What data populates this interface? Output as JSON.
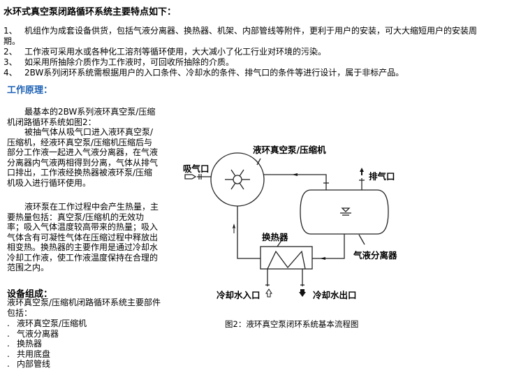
{
  "title": "水环式真空泵闭路循环系统主要特点如下：",
  "features": [
    {
      "num": "1、",
      "text": "机组作为成套设备供货，包括气液分离器、换热器、机架、内部管线等附件，更利于用户的安装，可大大缩短用户的安装周",
      "cont": "期。"
    },
    {
      "num": "2、",
      "text": "工作液可采用水或各种化工溶剂等循环使用，大大减小了化工行业对环境的污染。"
    },
    {
      "num": "3、",
      "text": "如采用所抽除介质作为工作液时，可回收所抽除的介质。"
    },
    {
      "num": "4、",
      "text": "2BW系列闭环系统需根据用户的入口条件、冷却水的条件、排气口的条件等进行设计，属于非标产品。"
    }
  ],
  "principle": {
    "heading": "工作原理：",
    "paragraphs": [
      "最基本的2BW系列液环真空泵/压缩机闭路循环系统如图2：",
      "被抽气体从吸气口进入液环真空泵/压缩机，经液环真空泵/压缩机压缩后与部分工作液一起进入气液分离器，在气液分离器内气液两相得到分离，气体从排气口排出，工作液经换热器被液环泵/压缩机吸入进行循环使用。",
      "液环泵在工作过程中会产生热量，主要热量包括：真空泵/压缩机的无效功率；吸入气体温度较高带来的热量；吸入气体含有可凝性气体在压缩过程中释放出相变热。换热器的主要作用是通过冷却水冷却工作液，使工作液温度保持在合理的范围之内。"
    ]
  },
  "equipment": {
    "heading": "设备组成：",
    "intro": "液环真空泵/压缩机闭路循环系统主要部件包括：",
    "items": [
      "液环真空泵/压缩机",
      "气液分离器",
      "换热器",
      "共用底盘",
      "内部管线"
    ],
    "bullet": "."
  },
  "diagram": {
    "inlet": "吸气口",
    "pump": "液环真空泵/压缩机",
    "exhaust": "排气口",
    "separator": "气液分离器",
    "exchanger": "换热器",
    "water_in": "冷却水入口",
    "water_out": "冷却水出口",
    "caption": "图2：液环真空泵闭环系统基本流程图"
  },
  "colors": {
    "heading_blue": "#1a5fb4"
  }
}
